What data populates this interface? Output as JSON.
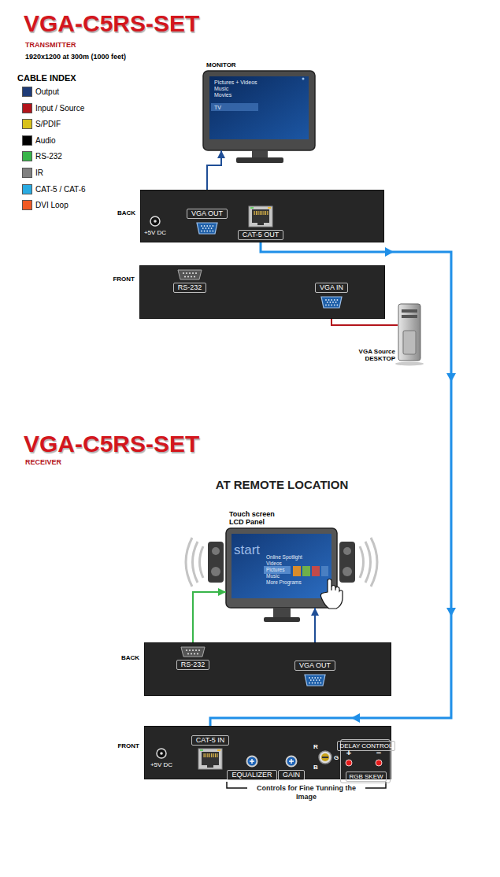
{
  "diagram": {
    "nodes": [
      {
        "text": [
          "MONITOR"
        ]
      },
      {
        "text": [
          "BACK"
        ]
      },
      {
        "text": [
          "VGA OUT"
        ],
        "in": 1
      },
      {
        "text": [
          "CAT-5 OUT"
        ],
        "in": 1
      },
      {
        "text": [
          "FRONT"
        ]
      },
      {
        "text": [
          "RS-232"
        ],
        "in": 4
      },
      {
        "text": [
          "VGA IN"
        ],
        "in": 4
      },
      {
        "text": [
          "VGA Source DESKTOP"
        ]
      },
      {
        "text": [
          "Touch screen LCD Panel"
        ]
      },
      {
        "text": [
          "BACK"
        ]
      },
      {
        "text": [
          "RS-232"
        ],
        "in": 9
      },
      {
        "text": [
          "VGA OUT"
        ],
        "in": 9
      },
      {
        "text": [
          "FRONT"
        ]
      },
      {
        "text": [
          "CAT-5 IN"
        ],
        "in": 12
      },
      {
        "text": [
          "EQUALIZER"
        ],
        "in": 12
      },
      {
        "text": [
          "GAIN"
        ],
        "in": 12
      },
      {
        "text": [
          "DELAY CONTROL",
          "RGB SKEW"
        ],
        "in": 12
      }
    ],
    "edges": [
      {
        "from": 2,
        "to": 0,
        "arrow": "to"
      },
      {
        "from": 7,
        "to": 6,
        "arrow": "to"
      },
      {
        "from": 3,
        "to": 13,
        "arrow": "to"
      },
      {
        "from": 10,
        "to": 8,
        "arrow": "to"
      },
      {
        "from": 11,
        "to": 8,
        "arrow": "to"
      }
    ],
    "labels": [
      "VGA-C5RS-SET",
      "TRANSMITTER",
      "1920x1200 at 300m (1000 feet)",
      "CABLE INDEX",
      "Pictures + Videos",
      "Music",
      "Movies",
      "TV",
      "+5V DC",
      "VGA-C5RS-SET",
      "RECEIVER",
      "AT REMOTE LOCATION",
      "start",
      "Online Spotlight",
      "Videos",
      "Pictures",
      "Music",
      "More Programs",
      "+5V DC",
      "R",
      "G",
      "B",
      "+",
      "−",
      "Controls for Fine Tunning the Image"
    ],
    "legend": [
      {
        "text": "Output",
        "color": "#1f3c78"
      },
      {
        "text": "Input / Source",
        "color": "#b3141b"
      },
      {
        "text": "S/PDIF",
        "color": "#d8c21a"
      },
      {
        "text": "Audio",
        "color": "#000000"
      },
      {
        "text": "RS-232",
        "color": "#39b54a"
      },
      {
        "text": "IR",
        "color": "#808080"
      },
      {
        "text": "CAT-5 / CAT-6",
        "color": "#29abe2"
      },
      {
        "text": "DVI Loop",
        "color": "#f15a24"
      }
    ]
  }
}
